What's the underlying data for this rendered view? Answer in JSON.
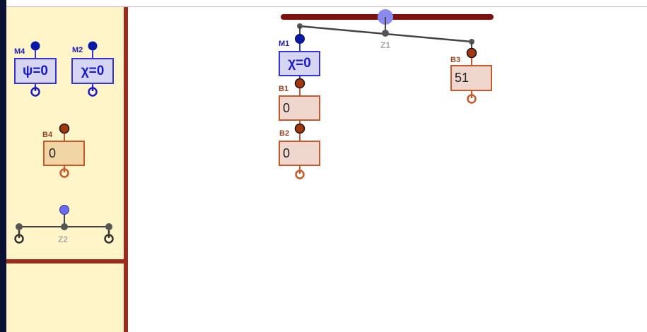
{
  "sidebar": {
    "m4": {
      "label": "M4",
      "value": "ψ=0"
    },
    "m2": {
      "label": "M2",
      "value": "χ=0"
    },
    "b4": {
      "label": "B4",
      "value": "0"
    },
    "z2": {
      "label": "Z2"
    }
  },
  "canvas": {
    "m1": {
      "label": "M1",
      "value": "χ=0"
    },
    "b1": {
      "label": "B1",
      "value": "0"
    },
    "b2": {
      "label": "B2",
      "value": "0"
    },
    "b3": {
      "label": "B3",
      "value": "51"
    },
    "z1": {
      "label": "Z1"
    }
  },
  "colors": {
    "mass_blue": "#1a1ac8",
    "bead_orange": "#c65a2c",
    "rail_red": "#7d1010",
    "slider_handle": "#8a8af0",
    "panel_yellow": "#fff5c9",
    "panel_border": "#9e2a1d",
    "node_gray": "#444444"
  },
  "icons": {
    "ring": "ring-hook-icon",
    "pin": "pin-node-icon"
  }
}
